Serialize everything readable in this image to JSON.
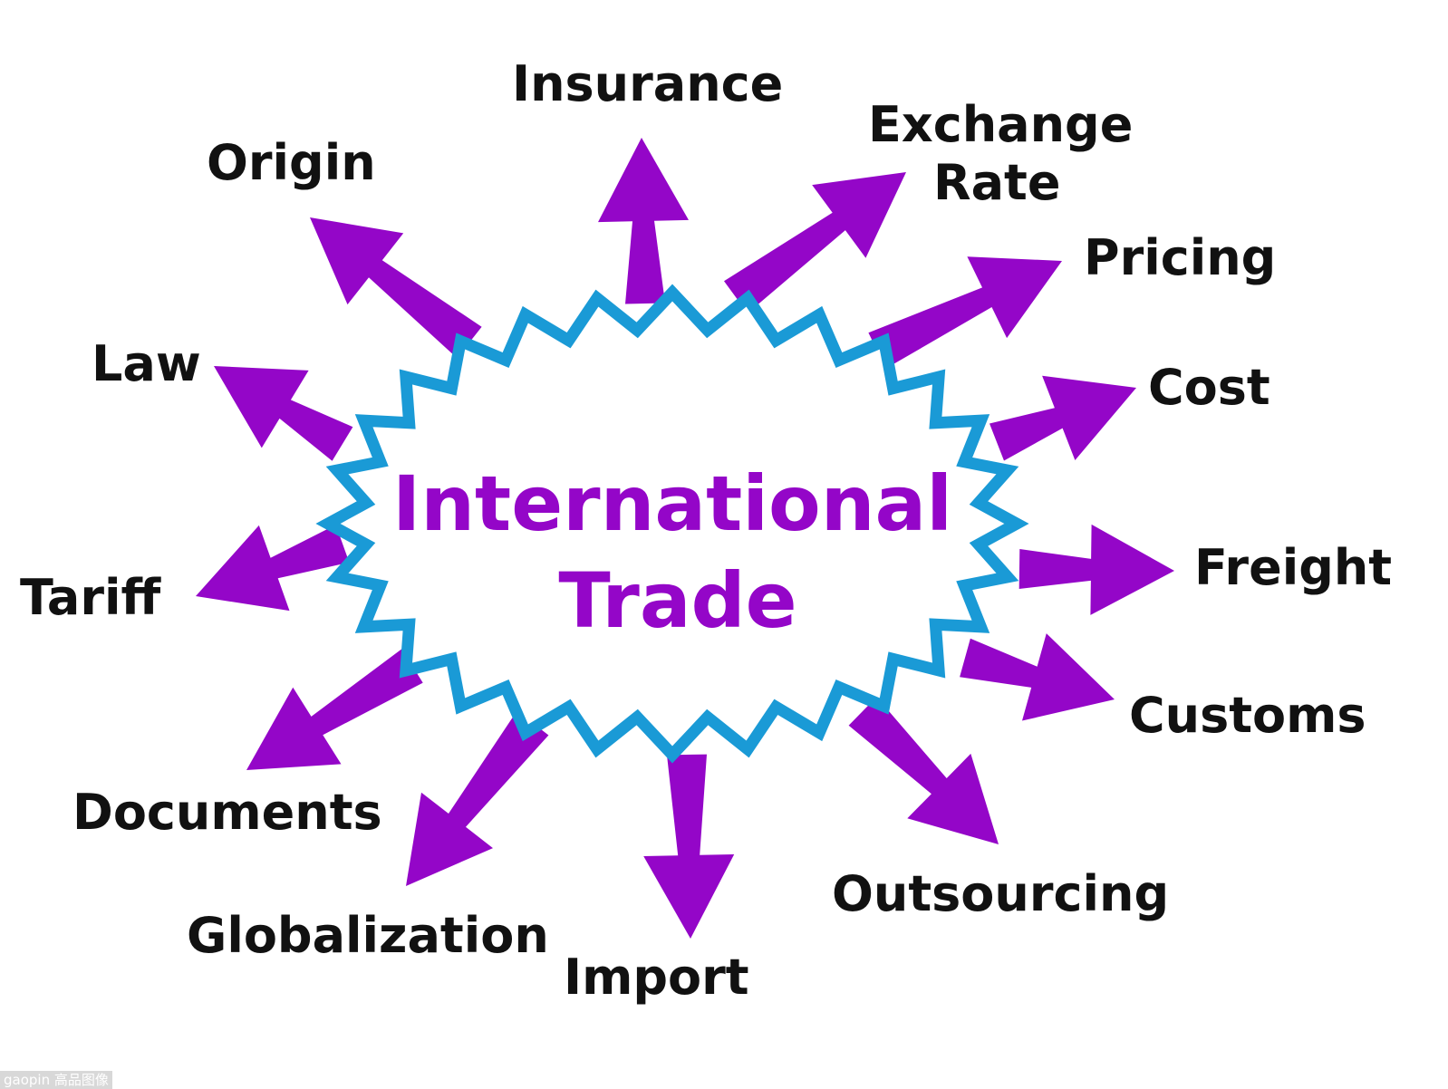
{
  "title": [
    "International",
    "Trade"
  ],
  "terms": [
    "Insurance",
    "Exchange\nRate",
    "Pricing",
    "Cost",
    "Freight",
    "Customs",
    "Outsourcing",
    "Import",
    "Globalization",
    "Documents",
    "Tariff",
    "Law",
    "Origin"
  ],
  "colors": {
    "arrow": "#9406c8",
    "starburst": "#1a9ad6",
    "title": "#9406c8",
    "text": "#111111"
  },
  "watermark": "gaopin 高品图像"
}
